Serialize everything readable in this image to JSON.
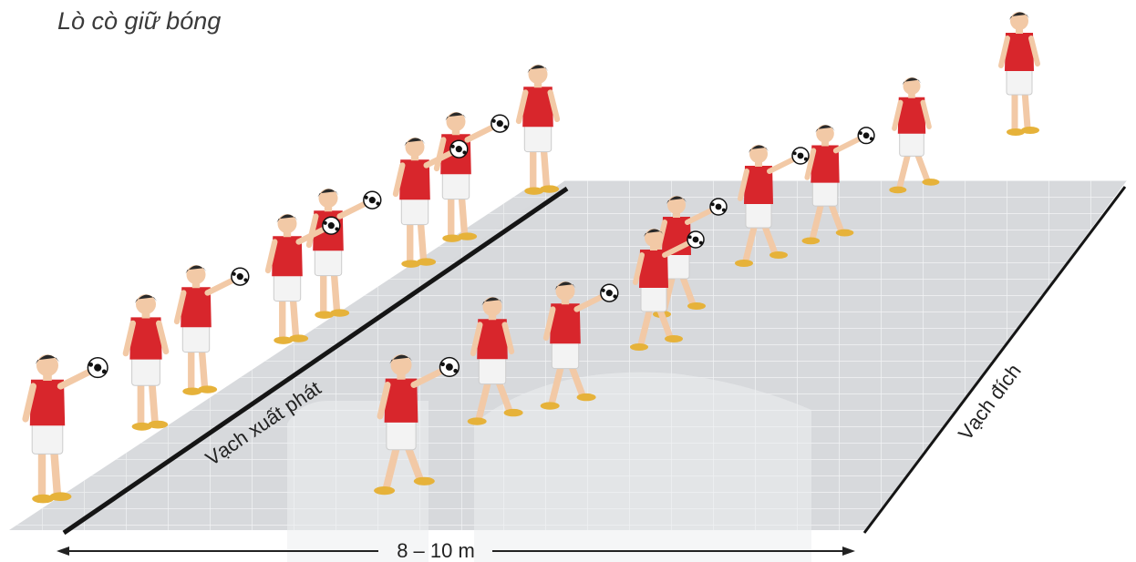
{
  "title": "Lò cò giữ bóng",
  "labels": {
    "start_line": "Vạch xuất phát",
    "finish_line": "Vạch đích",
    "distance": "8 – 10 m"
  },
  "colors": {
    "court": "#d7d9dc",
    "court_grid": "#f2f3f4",
    "court_edge": "#c5c7ca",
    "start_line": "#151515",
    "finish_line": "#151515",
    "shirt": "#d8262c",
    "shorts": "#f3f3f3",
    "shoes": "#e6b23a",
    "skin": "#f2c9a6",
    "hair": "#2a2a2a",
    "watermark": "#e3e6e9"
  },
  "icons": {
    "ball": "soccer-ball-icon",
    "arrow": "double-arrow-icon"
  }
}
